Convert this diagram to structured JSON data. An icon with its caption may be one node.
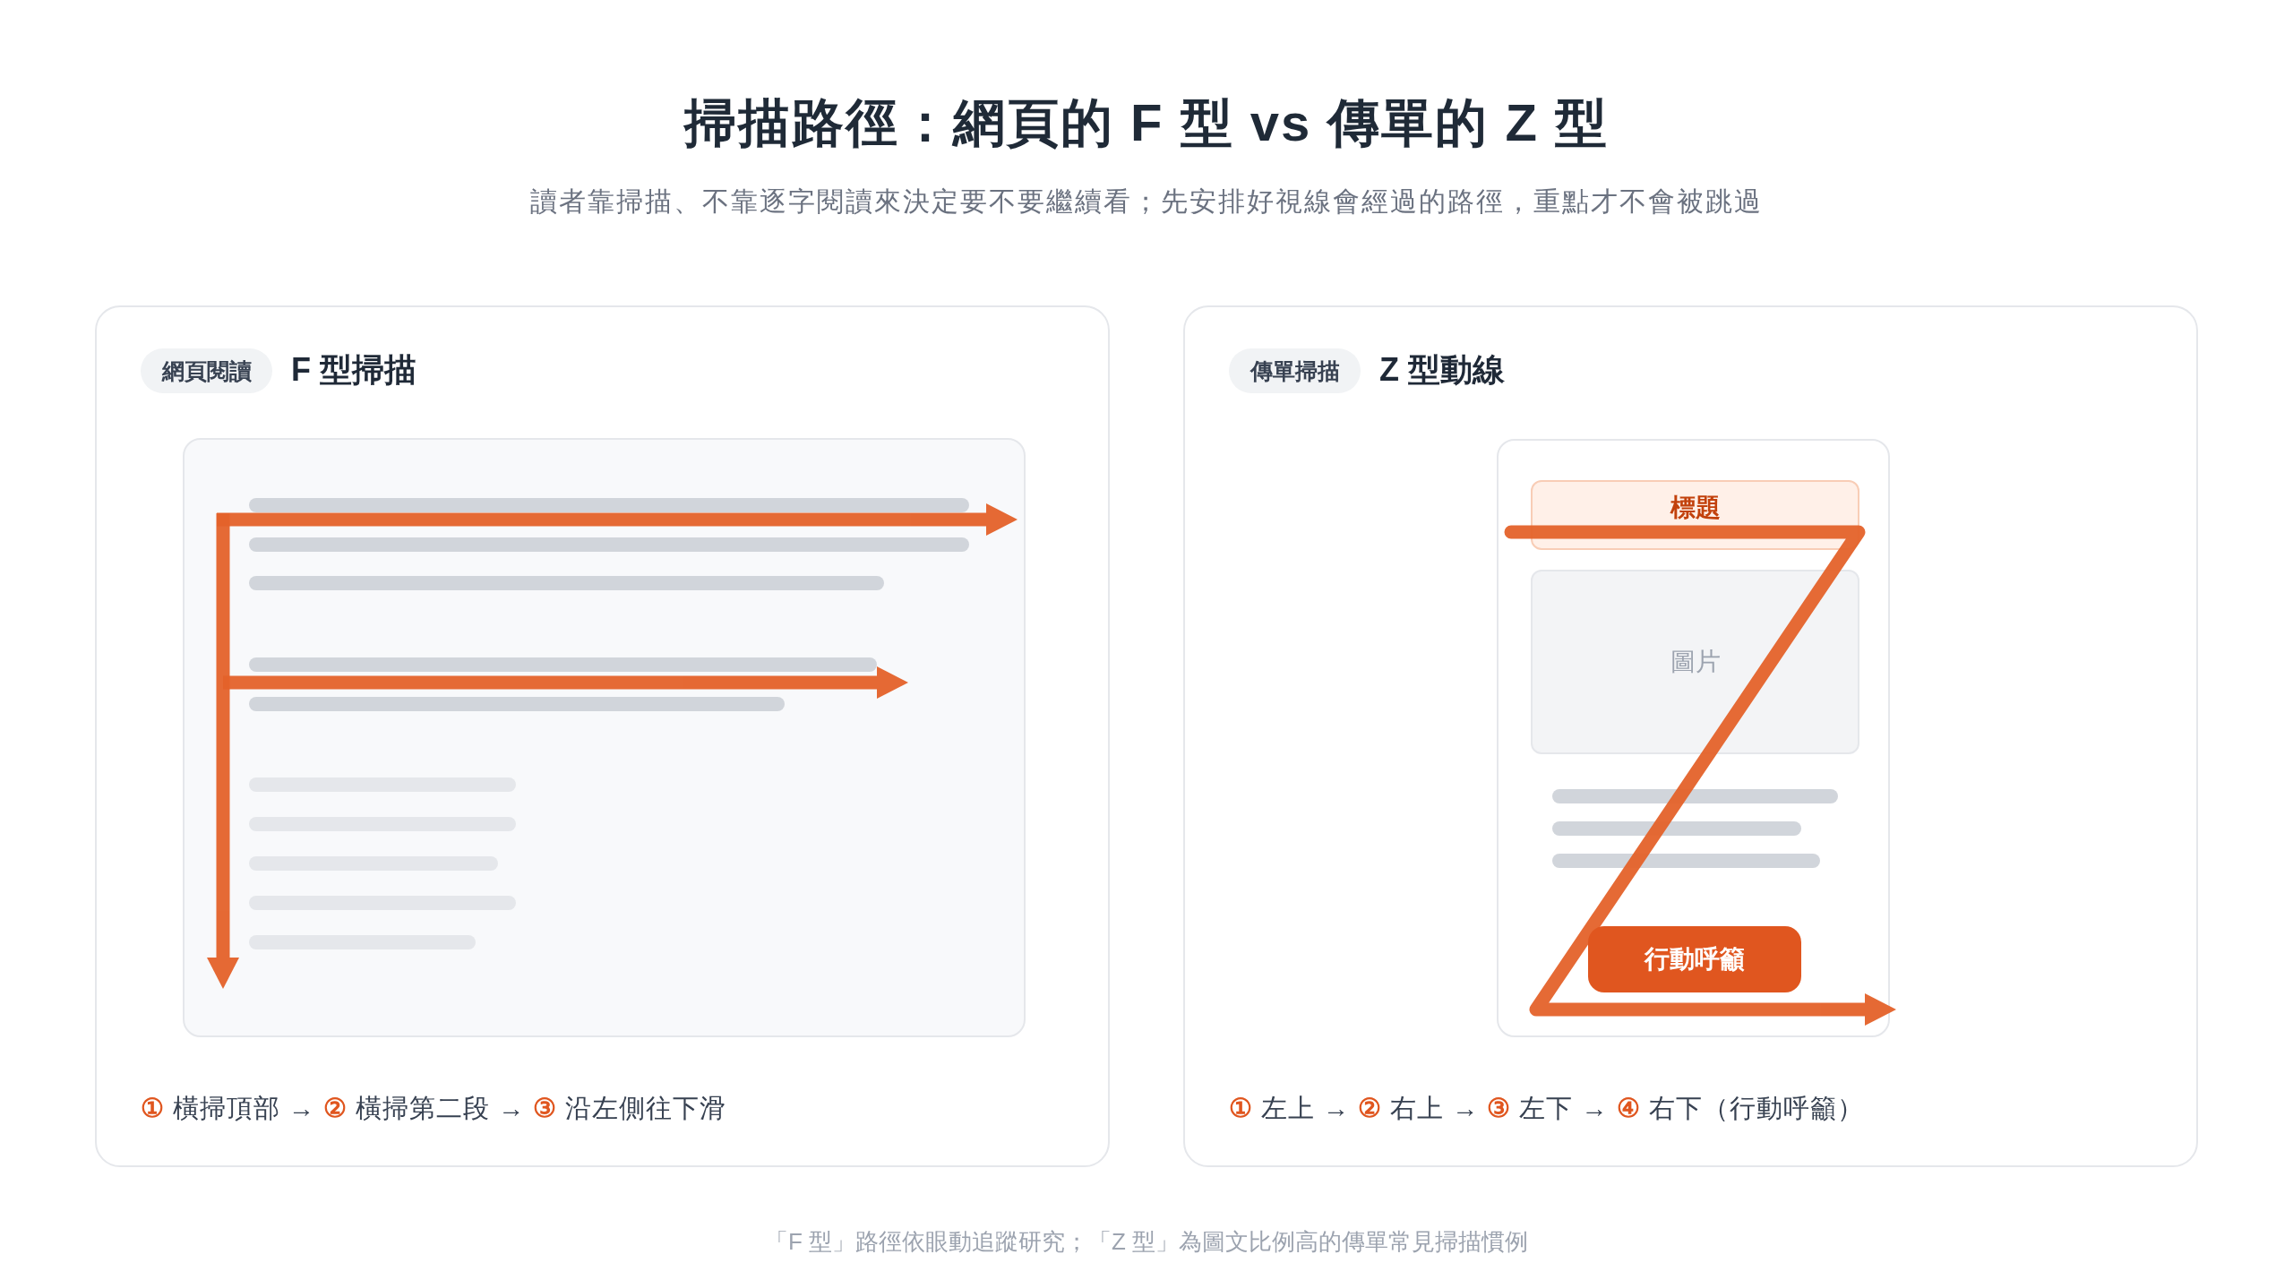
{
  "diagram": {
    "title": "掃描路徑：網頁的 F 型 vs 傳單的 Z 型",
    "caption": "「F 型」路徑依眼動追蹤研究；「Z 型」為圖文比例高的傳單常見掃描慣例",
    "nodes": [
      {
        "text": [
          "F 型掃描",
          "① 橫掃頂部 → ② 橫掃第二段 → ③ 沿左側往下滑"
        ]
      },
      {
        "text": [
          "網頁閱讀"
        ],
        "in": 0
      },
      {
        "text": [],
        "shape": "box",
        "in": 0
      },
      {
        "text": [
          "Z 型動線",
          "① 左上 → ② 右上 → ③ 左下 → ④ 右下（行動呼籲）"
        ]
      },
      {
        "text": [
          "傳單掃描"
        ],
        "in": 3
      },
      {
        "text": [],
        "shape": "box",
        "in": 3
      },
      {
        "text": [
          "標題"
        ],
        "in": 5
      },
      {
        "text": [
          "圖片"
        ],
        "in": 5
      },
      {
        "text": [
          "行動呼籲"
        ],
        "in": 5
      }
    ],
    "labels": [
      "讀者靠掃描、不靠逐字閱讀來決定要不要繼續看；先安排好視線會經過的路徑，重點才不會被跳過"
    ]
  }
}
